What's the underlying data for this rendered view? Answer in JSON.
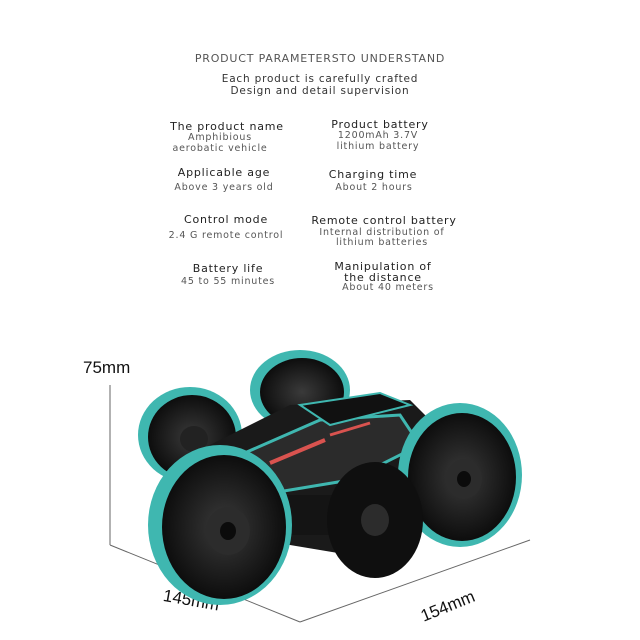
{
  "heading": "PRODUCT PARAMETERSTO UNDERSTAND",
  "subtitle": [
    "Each product is carefully crafted",
    "Design and detail supervision"
  ],
  "params": {
    "name_label": "The product name",
    "name_value": [
      "Amphibious",
      "aerobatic vehicle"
    ],
    "battery_label": "Product battery",
    "battery_value": [
      "1200mAh 3.7V",
      "lithium battery"
    ],
    "age_label": "Applicable age",
    "age_value": "Above 3 years old",
    "charging_label": "Charging time",
    "charging_value": "About 2 hours",
    "control_label": "Control mode",
    "control_value": "2.4 G remote control",
    "remote_battery_label": "Remote control battery",
    "remote_battery_value": [
      "Internal distribution of",
      "lithium batteries"
    ],
    "life_label": "Battery life",
    "life_value": "45 to 55 minutes",
    "distance_label": [
      "Manipulation of",
      "the distance"
    ],
    "distance_value": "About 40 meters"
  },
  "dimensions": {
    "height": "75mm",
    "width": "145mm",
    "length": "154mm"
  },
  "colors": {
    "accent": "#3fb7b0",
    "body": "#1a1a1a"
  }
}
